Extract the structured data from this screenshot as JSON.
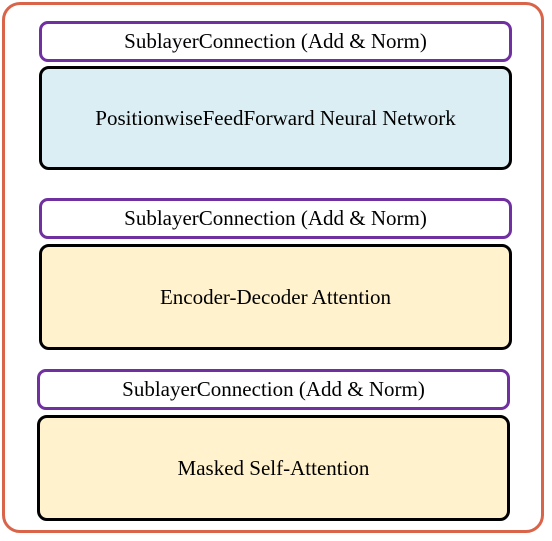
{
  "diagram": {
    "layers": [
      {
        "sublayer_label": "SublayerConnection (Add & Norm)",
        "block_label": "PositionwiseFeedForward Neural Network",
        "block_fill": "#dbeef3"
      },
      {
        "sublayer_label": "SublayerConnection (Add & Norm)",
        "block_label": "Encoder-Decoder Attention",
        "block_fill": "#fff2cc"
      },
      {
        "sublayer_label": "SublayerConnection (Add & Norm)",
        "block_label": "Masked Self-Attention",
        "block_fill": "#fff2cc"
      }
    ],
    "colors": {
      "outer_border": "#d9644a",
      "sublayer_border": "#7030a0",
      "block_border": "#000000"
    }
  }
}
